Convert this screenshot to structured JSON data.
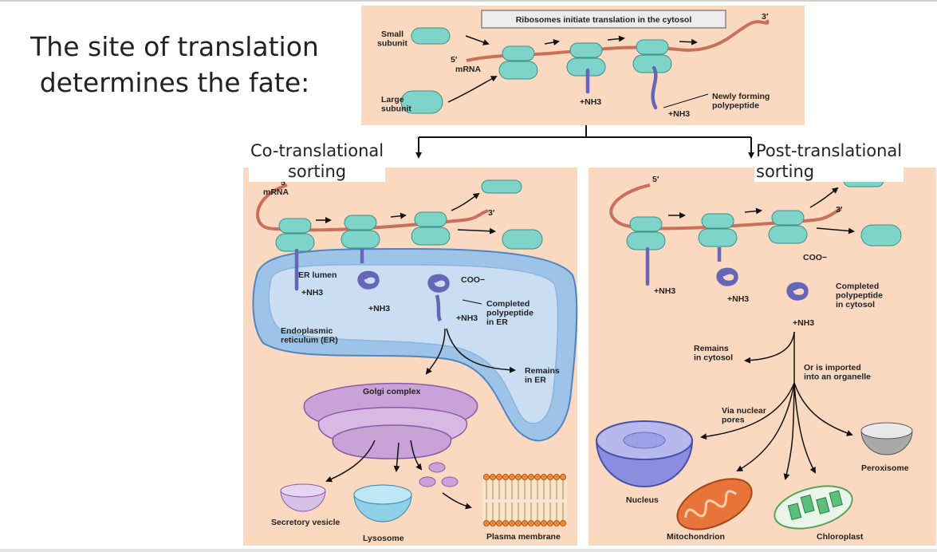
{
  "slide": {
    "title": "The site of translation determines the fate:"
  },
  "headings": {
    "co_translational": "Co-translational\nsorting",
    "post_translational": "Post-translational\nsorting"
  },
  "top_panel": {
    "header": "Ribosomes initiate translation in the cytosol",
    "small_subunit": "Small\nsubunit",
    "large_subunit": "Large\nsubunit",
    "mrna": "mRNA",
    "five_prime": "5′",
    "three_prime": "3′",
    "nh3": "+NH3",
    "newly_forming": "Newly forming\npolypeptide"
  },
  "left_panel": {
    "five_prime": "5′",
    "three_prime": "3′",
    "mrna": "mRNA",
    "er_lumen": "ER lumen",
    "nh3": "+NH3",
    "coo": "COO−",
    "completed": "Completed\npolypeptide\nin ER",
    "er": "Endoplasmic\nreticulum (ER)",
    "remains_er": "Remains\nin ER",
    "golgi": "Golgi complex",
    "secretory_vesicle": "Secretory vesicle",
    "lysosome": "Lysosome",
    "plasma_membrane": "Plasma membrane"
  },
  "right_panel": {
    "five_prime": "5′",
    "three_prime": "3′",
    "nh3": "+NH3",
    "coo": "COO−",
    "completed": "Completed\npolypeptide\nin cytosol",
    "remains_cytosol": "Remains\nin cytosol",
    "imported": "Or is imported\ninto an organelle",
    "nuclear_pores": "Via nuclear\npores",
    "nucleus": "Nucleus",
    "mitochondrion": "Mitochondrion",
    "chloroplast": "Chloroplast",
    "peroxisome": "Peroxisome"
  },
  "colors": {
    "panel_bg": "#fbd9c0",
    "ribosome": "#7fd4c9",
    "mrna": "#c9705a",
    "polypeptide": "#6666b8",
    "er": "#9ec3e8",
    "golgi": "#c9a2d8"
  }
}
